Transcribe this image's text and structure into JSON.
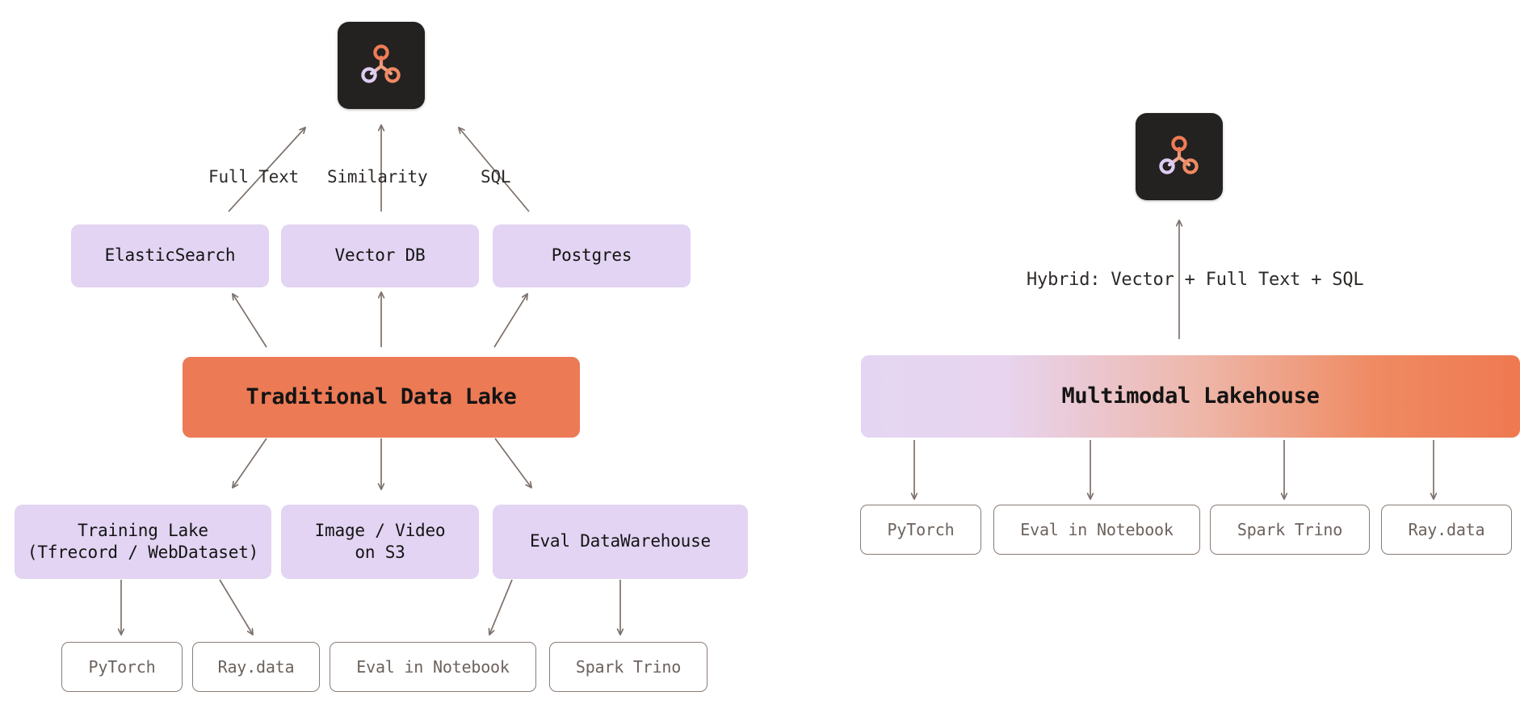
{
  "diagram": {
    "background_color": "#ffffff",
    "accent_orange": "#ec7a55",
    "accent_purple": "#e2d4f2",
    "outline_color": "#8a7c75",
    "arrow_color": "#7d716b",
    "logo_bg": "#242121"
  },
  "left_panel": {
    "logo": {
      "name": "lancedb-logo",
      "alt": "three-node-graph-logo"
    },
    "query_labels": [
      {
        "id": "full-text",
        "text": "Full Text"
      },
      {
        "id": "similarity",
        "text": "Similarity"
      },
      {
        "id": "sql",
        "text": "SQL"
      }
    ],
    "engine_boxes": [
      {
        "id": "elasticsearch",
        "label": "ElasticSearch"
      },
      {
        "id": "vector-db",
        "label": "Vector DB"
      },
      {
        "id": "postgres",
        "label": "Postgres"
      }
    ],
    "hero": {
      "id": "traditional-data-lake",
      "label": "Traditional Data Lake"
    },
    "storage_boxes": [
      {
        "id": "training-lake",
        "line1": "Training Lake",
        "line2": "(Tfrecord / WebDataset)"
      },
      {
        "id": "image-video-s3",
        "line1": "Image / Video",
        "line2": "on S3"
      },
      {
        "id": "eval-datawarehouse",
        "line1": "Eval DataWarehouse",
        "line2": ""
      }
    ],
    "consumer_boxes": [
      {
        "id": "pytorch",
        "label": "PyTorch"
      },
      {
        "id": "ray-data",
        "label": "Ray.data"
      },
      {
        "id": "eval-in-notebook",
        "label": "Eval in Notebook"
      },
      {
        "id": "spark-trino",
        "label": "Spark Trino"
      }
    ]
  },
  "right_panel": {
    "logo": {
      "name": "lancedb-logo",
      "alt": "three-node-graph-logo"
    },
    "query_label": {
      "id": "hybrid",
      "text": "Hybrid: Vector + Full Text + SQL"
    },
    "hero": {
      "id": "multimodal-lakehouse",
      "label": "Multimodal Lakehouse"
    },
    "consumer_boxes": [
      {
        "id": "pytorch",
        "label": "PyTorch"
      },
      {
        "id": "eval-in-notebook",
        "label": "Eval in Notebook"
      },
      {
        "id": "spark-trino",
        "label": "Spark Trino"
      },
      {
        "id": "ray-data",
        "label": "Ray.data"
      }
    ]
  }
}
